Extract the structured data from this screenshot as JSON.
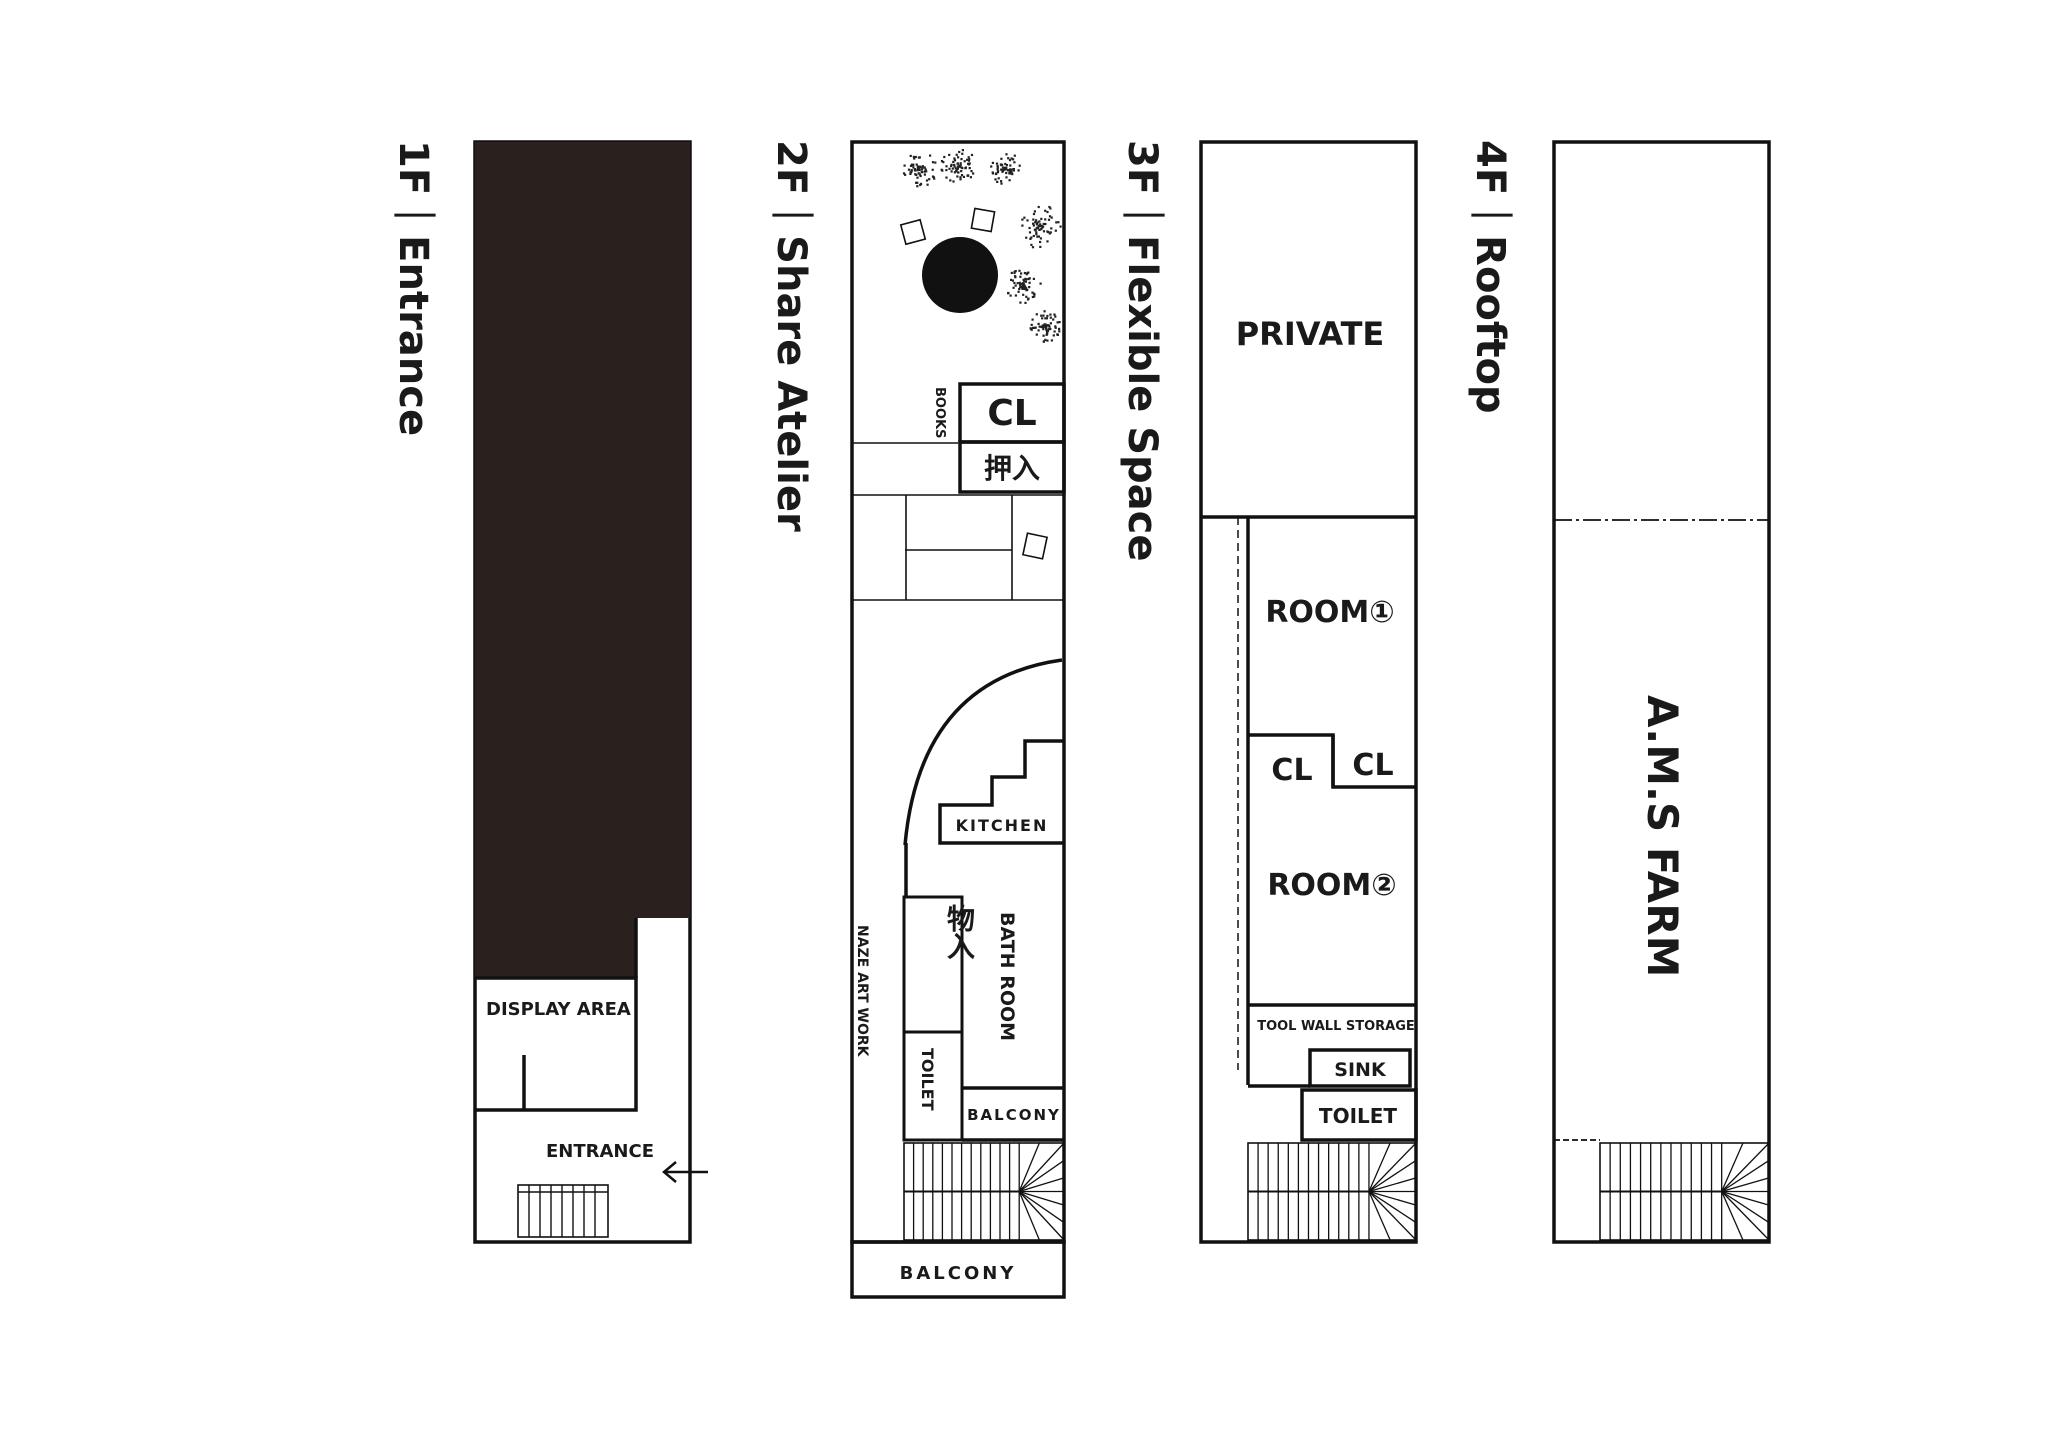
{
  "floors": [
    {
      "id": "1f",
      "title": "1F｜Entrance",
      "rooms": {
        "display_area": "DISPLAY AREA",
        "entrance": "ENTRANCE"
      }
    },
    {
      "id": "2f",
      "title": "2F｜Share Atelier",
      "rooms": {
        "books": "BOOKS",
        "cl": "CL",
        "oshiire": "押入",
        "kitchen": "KITCHEN",
        "bath_room": "BATH ROOM",
        "monoire": "物入",
        "toilet": "TOILET",
        "balcony_inner": "BALCONY",
        "balcony_outer": "BALCONY",
        "naze_art_work": "NAZE ART WORK"
      }
    },
    {
      "id": "3f",
      "title": "3F｜Flexible Space",
      "rooms": {
        "private": "PRIVATE",
        "room1": "ROOM①",
        "cl_left": "CL",
        "cl_right": "CL",
        "room2": "ROOM②",
        "tool_wall_storage": "TOOL WALL STORAGE",
        "sink": "SINK",
        "toilet": "TOILET"
      }
    },
    {
      "id": "4f",
      "title": "4F｜Rooftop",
      "rooms": {
        "farm": "A.M.S FARM"
      }
    }
  ],
  "colors": {
    "ink": "#111111",
    "fill_dark": "#2a201e",
    "paper": "#ffffff"
  },
  "icons": {
    "entry_arrow": "arrow-left-icon",
    "plants": "plant-icon",
    "table": "round-table-icon",
    "chairs": "chair-icon",
    "stairs": "stairs-icon"
  }
}
